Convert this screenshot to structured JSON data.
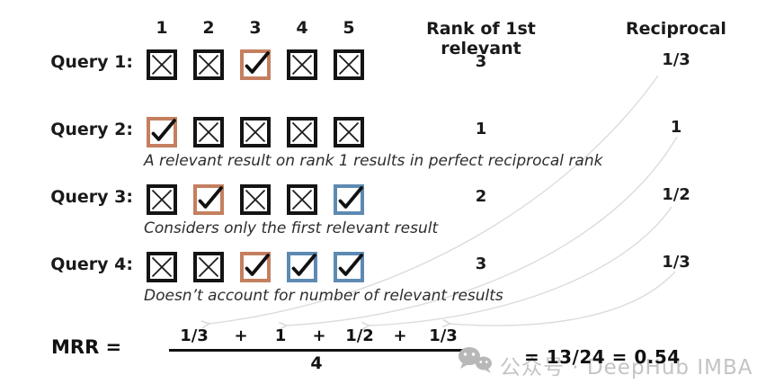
{
  "colors": {
    "checkbox_black": "#141414",
    "checkbox_orange": "#C57F5F",
    "checkbox_blue": "#5D8AB2",
    "arrow_gray": "#DCDCDC",
    "watermark_gray": "#C4C4C4"
  },
  "headers": {
    "positions": [
      "1",
      "2",
      "3",
      "4",
      "5"
    ],
    "rank": "Rank of 1st relevant",
    "reciprocal": "Reciprocal"
  },
  "queries": [
    {
      "label": "Query 1:",
      "cells": [
        "x",
        "x",
        "check-orange",
        "x",
        "x"
      ],
      "rank": "3",
      "reciprocal": "1/3",
      "caption": ""
    },
    {
      "label": "Query 2:",
      "cells": [
        "check-orange",
        "x",
        "x",
        "x",
        "x"
      ],
      "rank": "1",
      "reciprocal": "1",
      "caption": "A relevant result on rank 1 results in perfect reciprocal rank"
    },
    {
      "label": "Query 3:",
      "cells": [
        "x",
        "check-orange",
        "x",
        "x",
        "check-blue"
      ],
      "rank": "2",
      "reciprocal": "1/2",
      "caption": "Considers only the first relevant result"
    },
    {
      "label": "Query 4:",
      "cells": [
        "x",
        "x",
        "check-orange",
        "check-blue",
        "check-blue"
      ],
      "rank": "3",
      "reciprocal": "1/3",
      "caption": "Doesn’t account for number of relevant results"
    }
  ],
  "formula": {
    "lhs": "MRR =",
    "numerator_terms": [
      "1/3",
      "+",
      "1",
      "+",
      "1/2",
      "+",
      "1/3"
    ],
    "denominator": "4",
    "result": "= 13/24 = 0.54"
  },
  "watermark": {
    "icon": "wechat-icon",
    "text": "公众号 · DeepHub IMBA"
  }
}
